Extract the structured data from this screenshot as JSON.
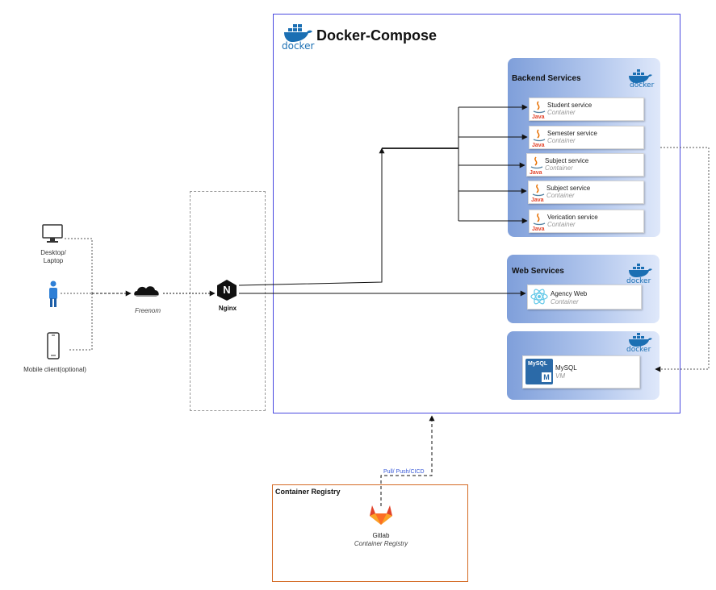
{
  "compose": {
    "title": "Docker-Compose",
    "docker_label": "docker"
  },
  "backend": {
    "title": "Backend Services",
    "docker_label": "docker",
    "services": [
      {
        "name": "Student service",
        "type": "Container",
        "tech": "Java"
      },
      {
        "name": "Semester service",
        "type": "Container",
        "tech": "Java"
      },
      {
        "name": "Subject service",
        "type": "Container",
        "tech": "Java"
      },
      {
        "name": "Subject service",
        "type": "Container",
        "tech": "Java"
      },
      {
        "name": "Verication service",
        "type": "Container",
        "tech": "Java"
      }
    ]
  },
  "web": {
    "title": "Web Services",
    "docker_label": "docker",
    "service": {
      "name": "Agency Web",
      "type": "Container"
    }
  },
  "db": {
    "docker_label": "docker",
    "service": {
      "name": "MySQL",
      "type": "VM",
      "icon_text": "MySQL",
      "icon_badge": "M"
    }
  },
  "clients": {
    "desktop": "Desktop/\nLaptop",
    "mobile": "Mobile client(optional)"
  },
  "freenom": "Freenom",
  "nginx": {
    "label": "Nginx",
    "letter": "N"
  },
  "registry": {
    "title": "Container Registry",
    "name": "Gitlab",
    "type": "Container Registry",
    "edge_label": "Pull/ Push/CICD"
  },
  "colors": {
    "compose_border": "#4a4ae0",
    "registry_border": "#d46a24",
    "docker_blue": "#1b6fb3",
    "gitlab_orange": "#e2432a"
  }
}
